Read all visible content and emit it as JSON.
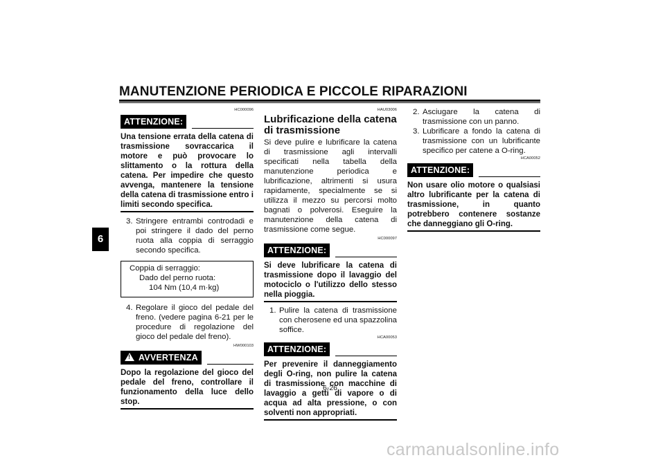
{
  "header": {
    "title": "MANUTENZIONE PERIODICA E PICCOLE RIPARAZIONI"
  },
  "side_tab": {
    "label": "6"
  },
  "col1": {
    "code1": "HC000096",
    "attention1_label": "ATTENZIONE:",
    "attention1_text": "Una tensione errata della catena di trasmissione sovraccarica il motore e può provocare lo slittamento o la rottura della catena. Per impedire che questo avvenga, mantenere la tensione della catena di trasmissione entro i limiti secondo specifica.",
    "step3_num": "3.",
    "step3_text": "Stringere entrambi controdadi e poi stringere il dado del perno ruota alla coppia di serraggio secondo specifica.",
    "torque_title": "Coppia di serraggio:",
    "torque_item": "Dado del perno ruota:",
    "torque_value": "104 Nm (10,4 m·kg)",
    "step4_num": "4.",
    "step4_text": "Regolare il gioco del pedale del freno. (vedere pagina 6-21 per le procedure di regolazione del gioco del pedale del freno).",
    "code2": "HW000103",
    "warning_label": "AVVERTENZA",
    "warning_text": "Dopo la regolazione del gioco del pedale del freno, controllare il funzionamento della luce dello stop."
  },
  "col2": {
    "code1": "HAU03006",
    "heading": "Lubrificazione della catena di trasmissione",
    "intro": "Si deve pulire e lubrificare la catena di trasmissione agli intervalli specificati nella tabella della manutenzione periodica e lubrificazione, altrimenti si usura rapidamente, specialmente se si utilizza il mezzo su percorsi molto bagnati o polverosi. Eseguire la manutenzione della catena di trasmissione come segue.",
    "code2": "HC000097",
    "attention2_label": "ATTENZIONE:",
    "attention2_text": "Si deve lubrificare la catena di trasmissione dopo il lavaggio del motociclo o l'utilizzo dello stesso nella pioggia.",
    "step1_num": "1.",
    "step1_text": "Pulire la catena di trasmissione con cherosene ed una spazzolina soffice.",
    "code3": "HCA00053",
    "attention3_label": "ATTENZIONE:",
    "attention3_text": "Per prevenire il danneggiamento degli O-ring, non pulire la catena di trasmissione con macchine di lavaggio a getti di vapore o di acqua ad alta pressione, o con solventi non appropriati."
  },
  "col3": {
    "step2_num": "2.",
    "step2_text": "Asciugare la catena di trasmissione con un panno.",
    "step3_num": "3.",
    "step3_text": "Lubrificare a fondo la catena di trasmissione con un lubrificante specifico per catene a O-ring.",
    "code1": "HCA00052",
    "attention4_label": "ATTENZIONE:",
    "attention4_text": "Non usare olio motore o qualsiasi altro lubrificante per la catena di trasmissione, in quanto potrebbero contenere sostanze che danneggiano gli O-ring."
  },
  "footer": {
    "page_number": "6-26"
  },
  "watermark": {
    "text": "carmanualsonline.info"
  }
}
